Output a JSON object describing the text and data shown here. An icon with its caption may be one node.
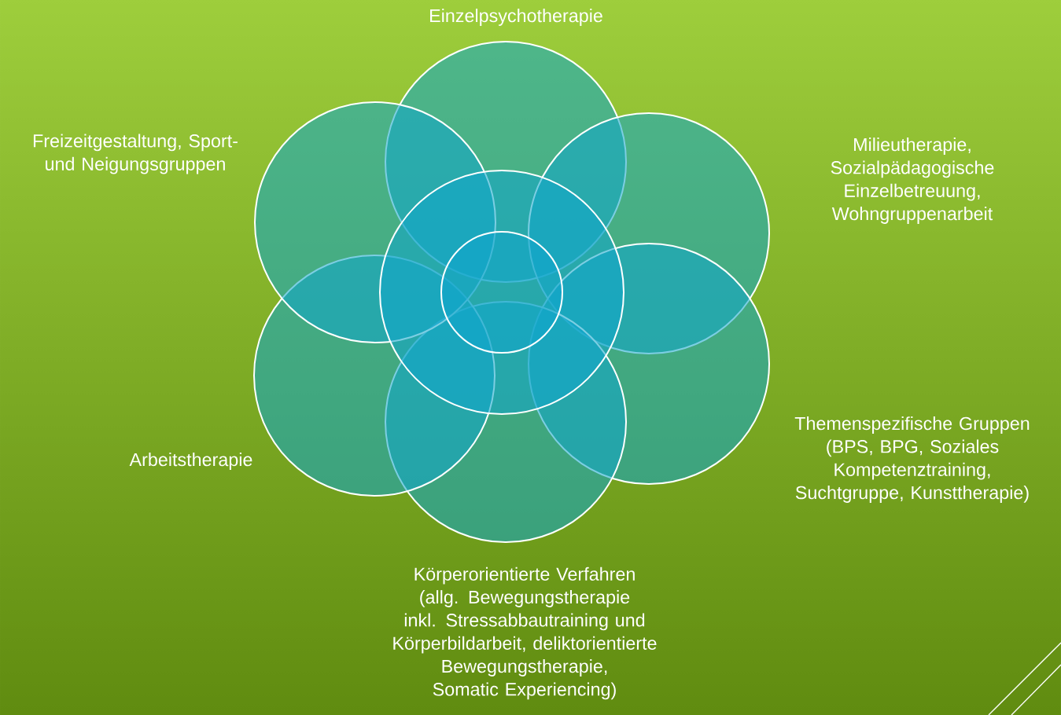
{
  "diagram": {
    "nodes": [
      {
        "text": [
          "Einzelpsychotherapie"
        ]
      },
      {
        "text": [
          "Milieutherapie, Sozialpädagogische Einzelbetreuung, Wohngruppenarbeit"
        ]
      },
      {
        "text": [
          "Themenspezifische Gruppen (BPS, BPG, Soziales Kompetenztraining, Suchtgruppe, Kunsttherapie)"
        ]
      },
      {
        "text": [
          "Körperorientierte Verfahren (allg. Bewegungstherapie inkl. Stressabbautraining und Körperbildarbeit, deliktorientierte Bewegungstherapie, Somatic Experiencing)"
        ]
      },
      {
        "text": [
          "Arbeitstherapie"
        ]
      },
      {
        "text": [
          "Freizeitgestaltung, Sport- und Neigungsgruppen"
        ]
      },
      {
        "text": [],
        "shape": "circle"
      },
      {
        "text": [],
        "shape": "circle",
        "in": 6
      }
    ]
  }
}
